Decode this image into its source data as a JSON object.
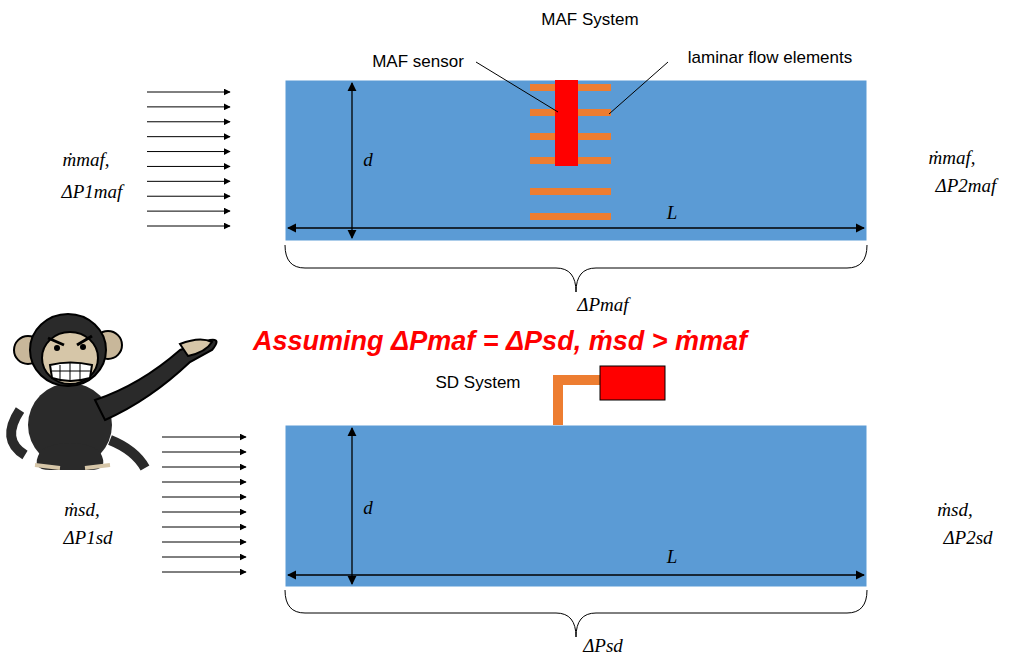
{
  "diagram": {
    "nodes": [
      {
        "text": [
          "d",
          "L"
        ]
      },
      {
        "text": [
          "d",
          "L"
        ]
      }
    ],
    "labels": [
      "MAF System",
      "MAF sensor",
      "laminar flow elements",
      "ṁmaf,",
      "ΔP1maf",
      "ṁmaf,",
      "ΔP2maf",
      "ΔPmaf",
      "Assuming ΔPmaf = ΔPsd, ṁsd > ṁmaf",
      "SD System",
      "ṁsd,",
      "ΔP1sd",
      "ṁsd,",
      "ΔP2sd",
      "ΔPsd"
    ]
  }
}
